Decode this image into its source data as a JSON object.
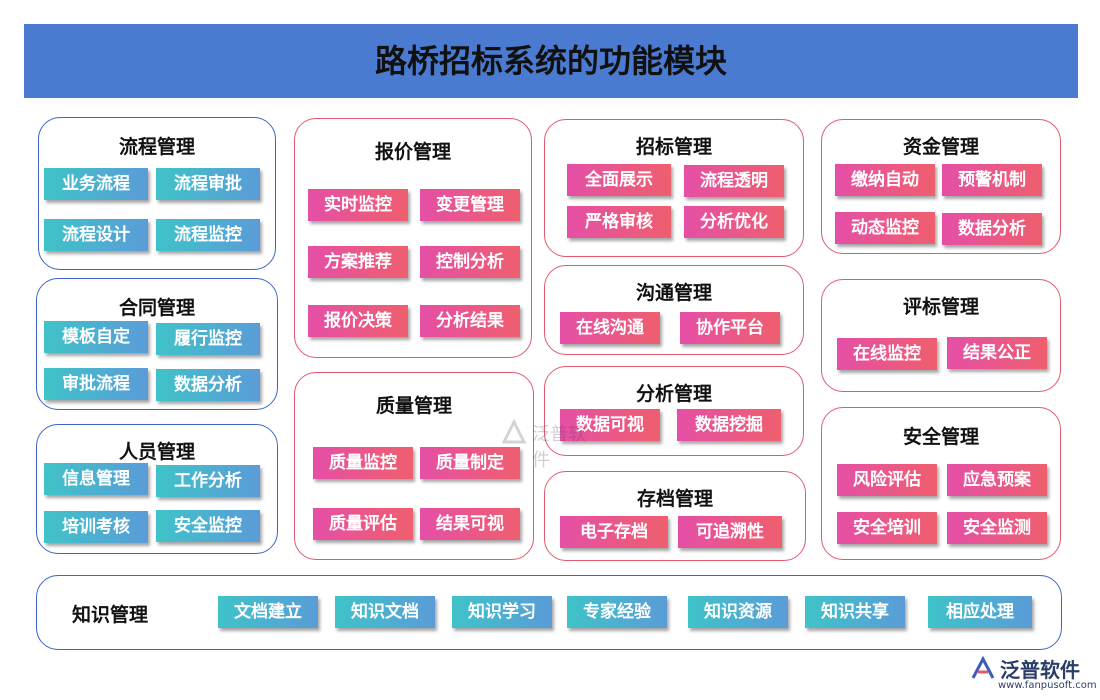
{
  "title": "路桥招标系统的功能模块",
  "modules": {
    "liucheng": {
      "title": "流程管理",
      "items": [
        "业务流程",
        "流程审批",
        "流程设计",
        "流程监控"
      ]
    },
    "hetong": {
      "title": "合同管理",
      "items": [
        "模板自定",
        "履行监控",
        "审批流程",
        "数据分析"
      ]
    },
    "renyuan": {
      "title": "人员管理",
      "items": [
        "信息管理",
        "工作分析",
        "培训考核",
        "安全监控"
      ]
    },
    "baojia": {
      "title": "报价管理",
      "items": [
        "实时监控",
        "变更管理",
        "方案推荐",
        "控制分析",
        "报价决策",
        "分析结果"
      ]
    },
    "zhiliang": {
      "title": "质量管理",
      "items": [
        "质量监控",
        "质量制定",
        "质量评估",
        "结果可视"
      ]
    },
    "zhaobiao": {
      "title": "招标管理",
      "items": [
        "全面展示",
        "流程透明",
        "严格审核",
        "分析优化"
      ]
    },
    "goutong": {
      "title": "沟通管理",
      "items": [
        "在线沟通",
        "协作平台"
      ]
    },
    "fenxi": {
      "title": "分析管理",
      "items": [
        "数据可视",
        "数据挖掘"
      ]
    },
    "cundang": {
      "title": "存档管理",
      "items": [
        "电子存档",
        "可追溯性"
      ]
    },
    "zijin": {
      "title": "资金管理",
      "items": [
        "缴纳自动",
        "预警机制",
        "动态监控",
        "数据分析"
      ]
    },
    "pingbiao": {
      "title": "评标管理",
      "items": [
        "在线监控",
        "结果公正"
      ]
    },
    "anquan": {
      "title": "安全管理",
      "items": [
        "风险评估",
        "应急预案",
        "安全培训",
        "安全监测"
      ]
    },
    "zhishi": {
      "title": "知识管理",
      "items": [
        "文档建立",
        "知识文档",
        "知识学习",
        "专家经验",
        "知识资源",
        "知识共享",
        "相应处理"
      ]
    }
  },
  "logo": {
    "name": "泛普软件",
    "url": "www.fanpusoft.com"
  },
  "watermark": {
    "text": "泛普软件"
  },
  "colors": {
    "header": "#4a7bd0",
    "blue_border": "#3f64c7",
    "red_border": "#e05a6e"
  }
}
